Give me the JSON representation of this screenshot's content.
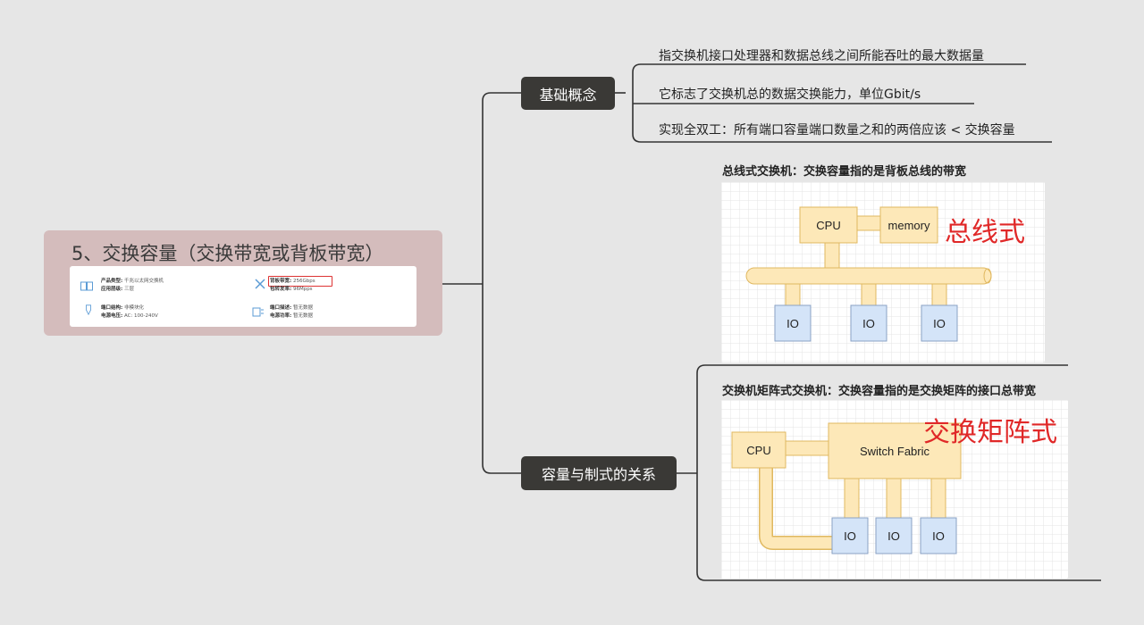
{
  "root": {
    "title": "5、交换容量（交换带宽或背板带宽）",
    "specs": {
      "product_type_label": "产品类型:",
      "product_type_value": "千兆以太网交换机",
      "app_level_label": "应用层级:",
      "app_level_value": "三层",
      "backplane_label": "背板带宽:",
      "backplane_value": "256Gbps",
      "packet_rate_label": "包转发率:",
      "packet_rate_value": "96Mpps",
      "port_struct_label": "端口结构:",
      "port_struct_value": "非模块化",
      "power_label": "电源电压:",
      "power_value": "AC: 100-240V",
      "port_desc_label": "端口描述:",
      "port_desc_value": "暂无数据",
      "power_draw_label": "电源功率:",
      "power_draw_value": "暂无数据"
    }
  },
  "branch_basic": {
    "label": "基础概念",
    "items": [
      "指交换机接口处理器和数据总线之间所能吞吐的最大数据量",
      "它标志了交换机总的数据交换能力，单位Gbit/s",
      "实现全双工：所有端口容量端口数量之和的两倍应该 < 交换容量"
    ]
  },
  "branch_relation": {
    "label": "容量与制式的关系",
    "bus": {
      "caption": "总线式交换机：交换容量指的是背板总线的带宽",
      "cpu": "CPU",
      "memory": "memory",
      "title": "总线式",
      "io": [
        "IO",
        "IO",
        "IO"
      ]
    },
    "matrix": {
      "caption": "交换机矩阵式交换机：交换容量指的是交换矩阵的接口总带宽",
      "cpu": "CPU",
      "fabric": "Switch Fabric",
      "title": "交换矩阵式",
      "io": [
        "IO",
        "IO",
        "IO"
      ]
    }
  },
  "colors": {
    "background": "#e6e6e6",
    "root_fill": "#d4bcbc",
    "node_fill": "#3a3936",
    "box_fill": "#fde8b8",
    "box_stroke": "#e0b860",
    "io_fill": "#d4e4f8",
    "io_stroke": "#8aa2c4",
    "title_red": "#e02828",
    "highlight": "#dd3333"
  }
}
